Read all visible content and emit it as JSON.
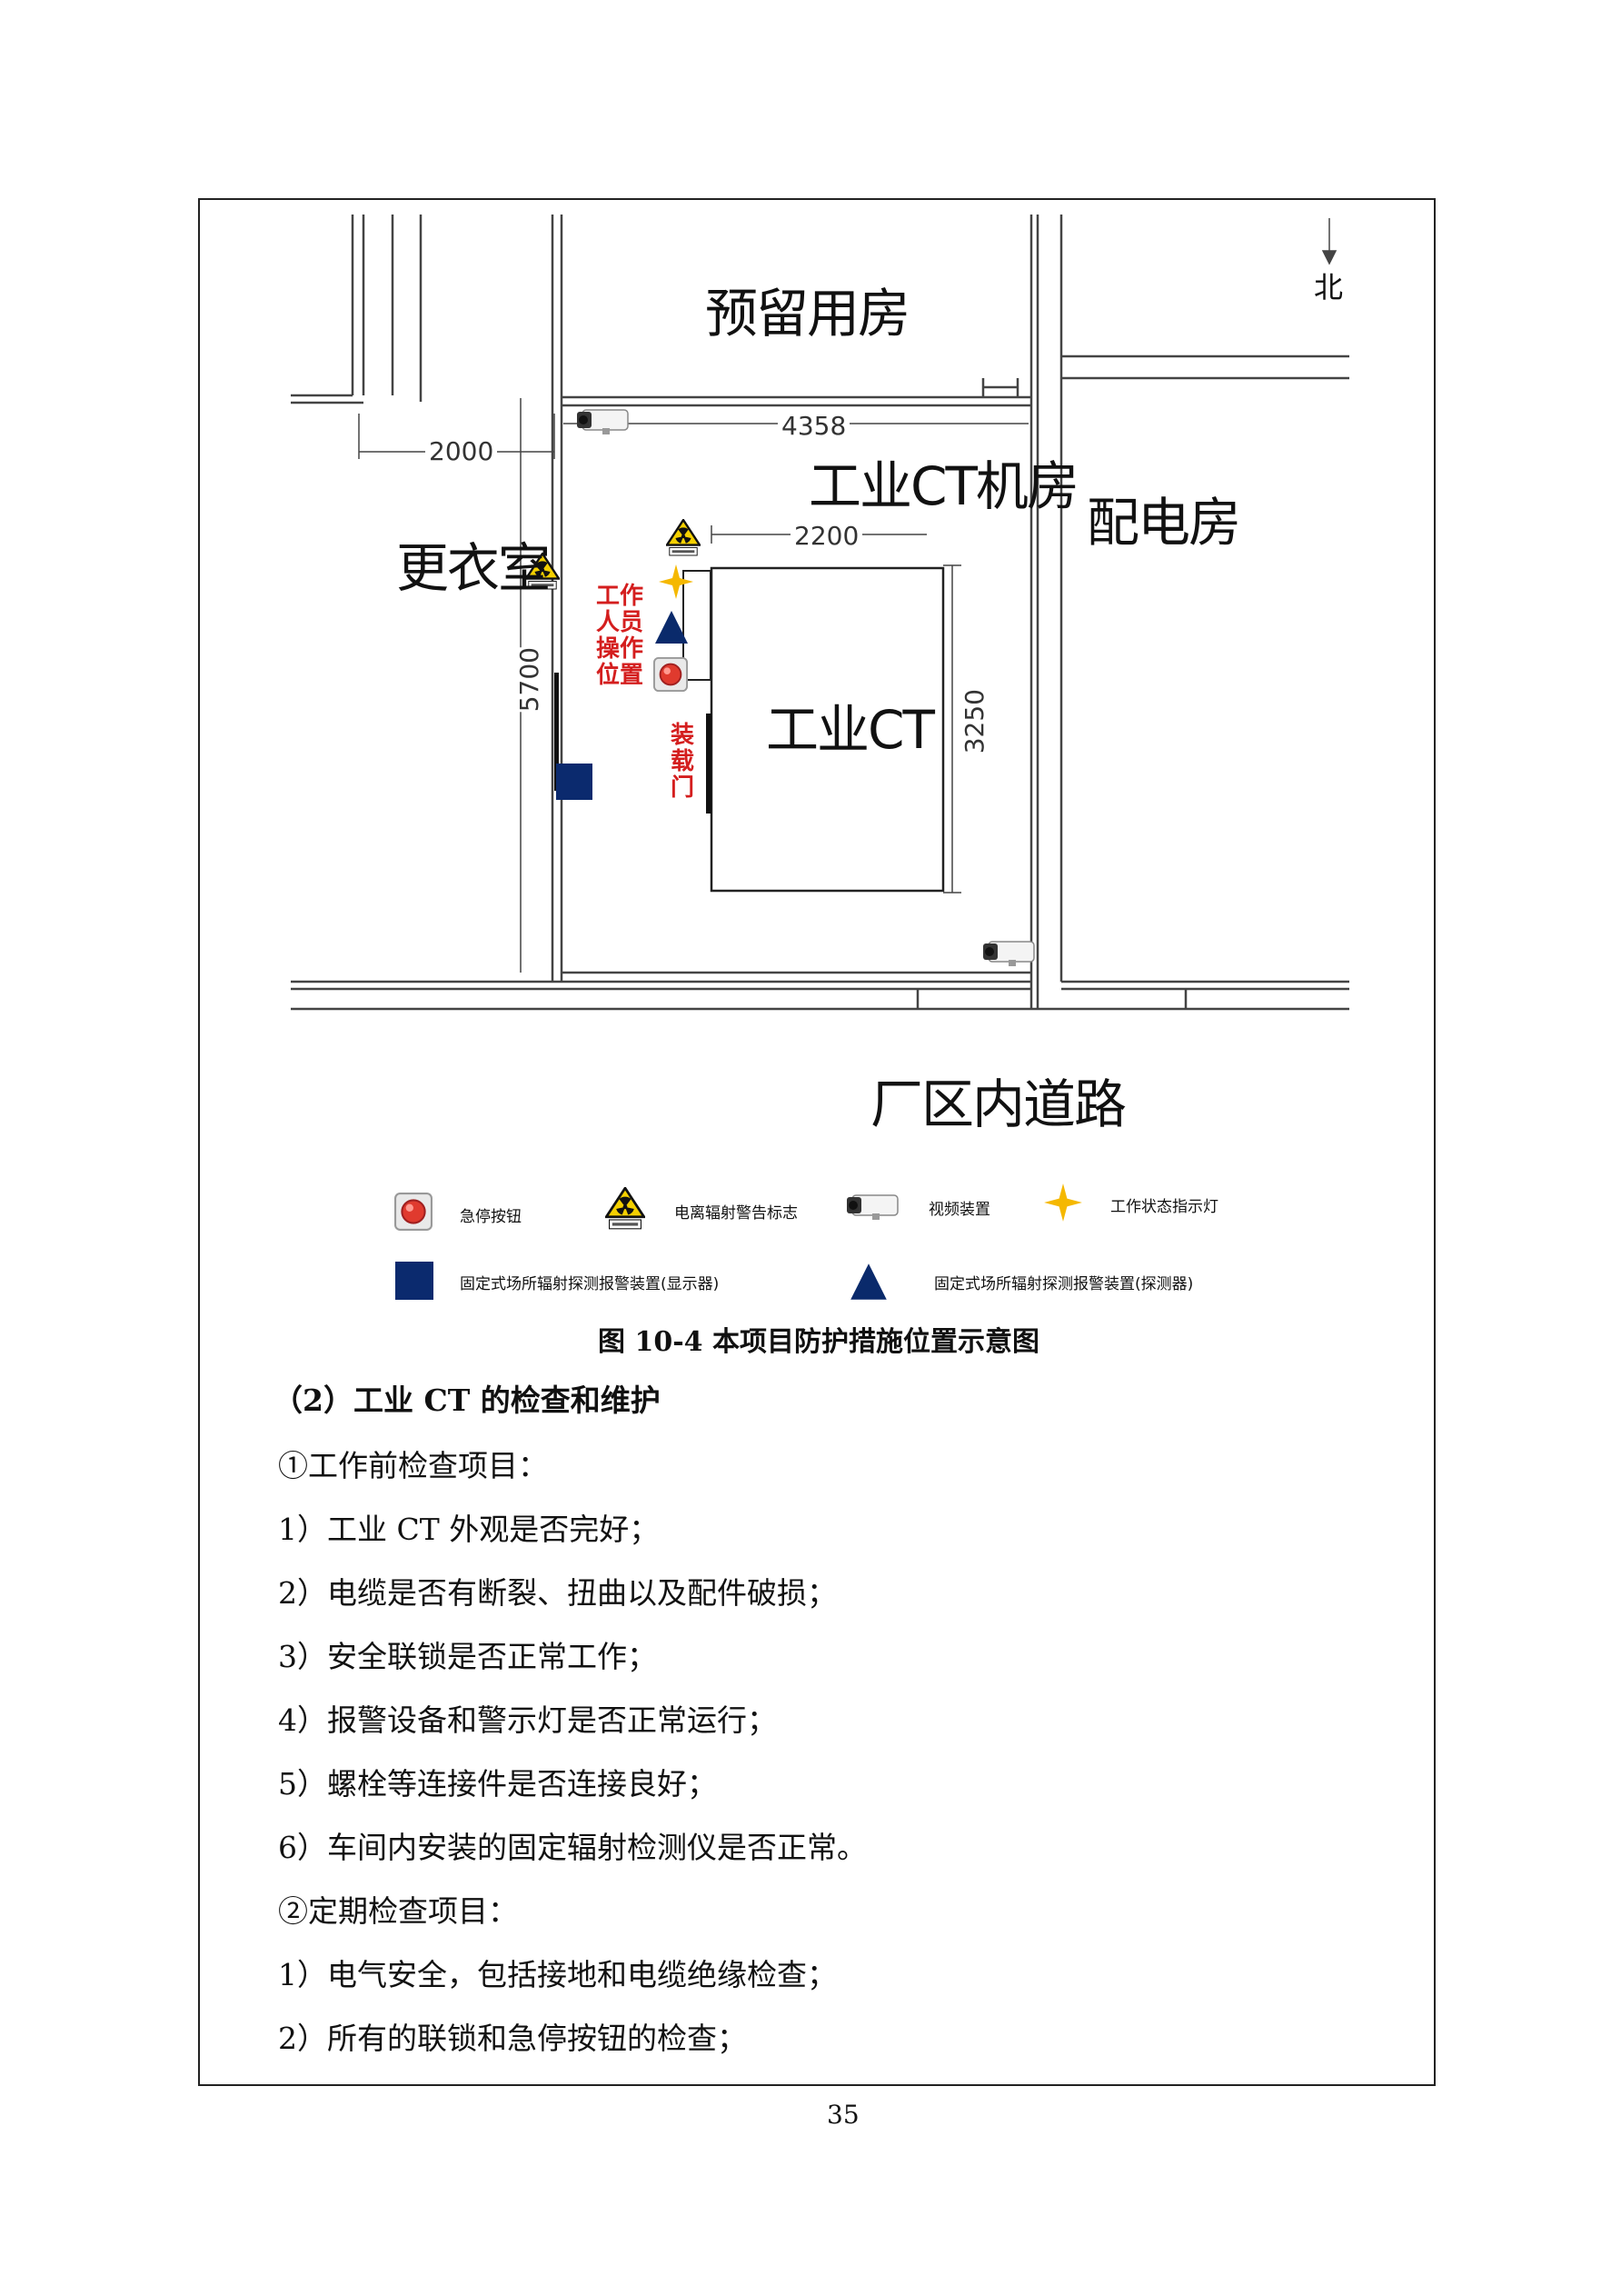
{
  "diagram": {
    "rooms": {
      "reserved": "预留用房",
      "ct_room": "工业CT机房",
      "power_room": "配电房",
      "locker_room": "更衣室",
      "road": "厂区内道路",
      "ct": "工业CT"
    },
    "north_label": "北",
    "dimensions": {
      "d2000": "2000",
      "d4358": "4358",
      "d2200": "2200",
      "d5700": "5700",
      "d3250": "3250"
    },
    "labels": {
      "operator_position": "工作人员操作位置",
      "loading_door": "装载门"
    },
    "colors": {
      "wall": "#444444",
      "accent_red": "#d41e1e",
      "star_yellow": "#f5b800",
      "detector_blue": "#0a2a6b",
      "display_blue": "#0b2a6e"
    }
  },
  "legend": {
    "emergency_stop": "急停按钮",
    "radiation_sign": "电离辐射警告标志",
    "video": "视频装置",
    "indicator": "工作状态指示灯",
    "display": "固定式场所辐射探测报警装置(显示器)",
    "detector": "固定式场所辐射探测报警装置(探测器)"
  },
  "caption": "图 10-4 本项目防护措施位置示意图",
  "section_heading": "（2）工业 CT 的检查和维护",
  "lines": [
    "①工作前检查项目：",
    "1）工业 CT 外观是否完好；",
    "2）电缆是否有断裂、扭曲以及配件破损；",
    "3）安全联锁是否正常工作；",
    "4）报警设备和警示灯是否正常运行；",
    "5）螺栓等连接件是否连接良好；",
    "6）车间内安装的固定辐射检测仪是否正常。",
    "②定期检查项目：",
    "1）电气安全，包括接地和电缆绝缘检查；",
    "2）所有的联锁和急停按钮的检查；"
  ],
  "page_number": "35"
}
